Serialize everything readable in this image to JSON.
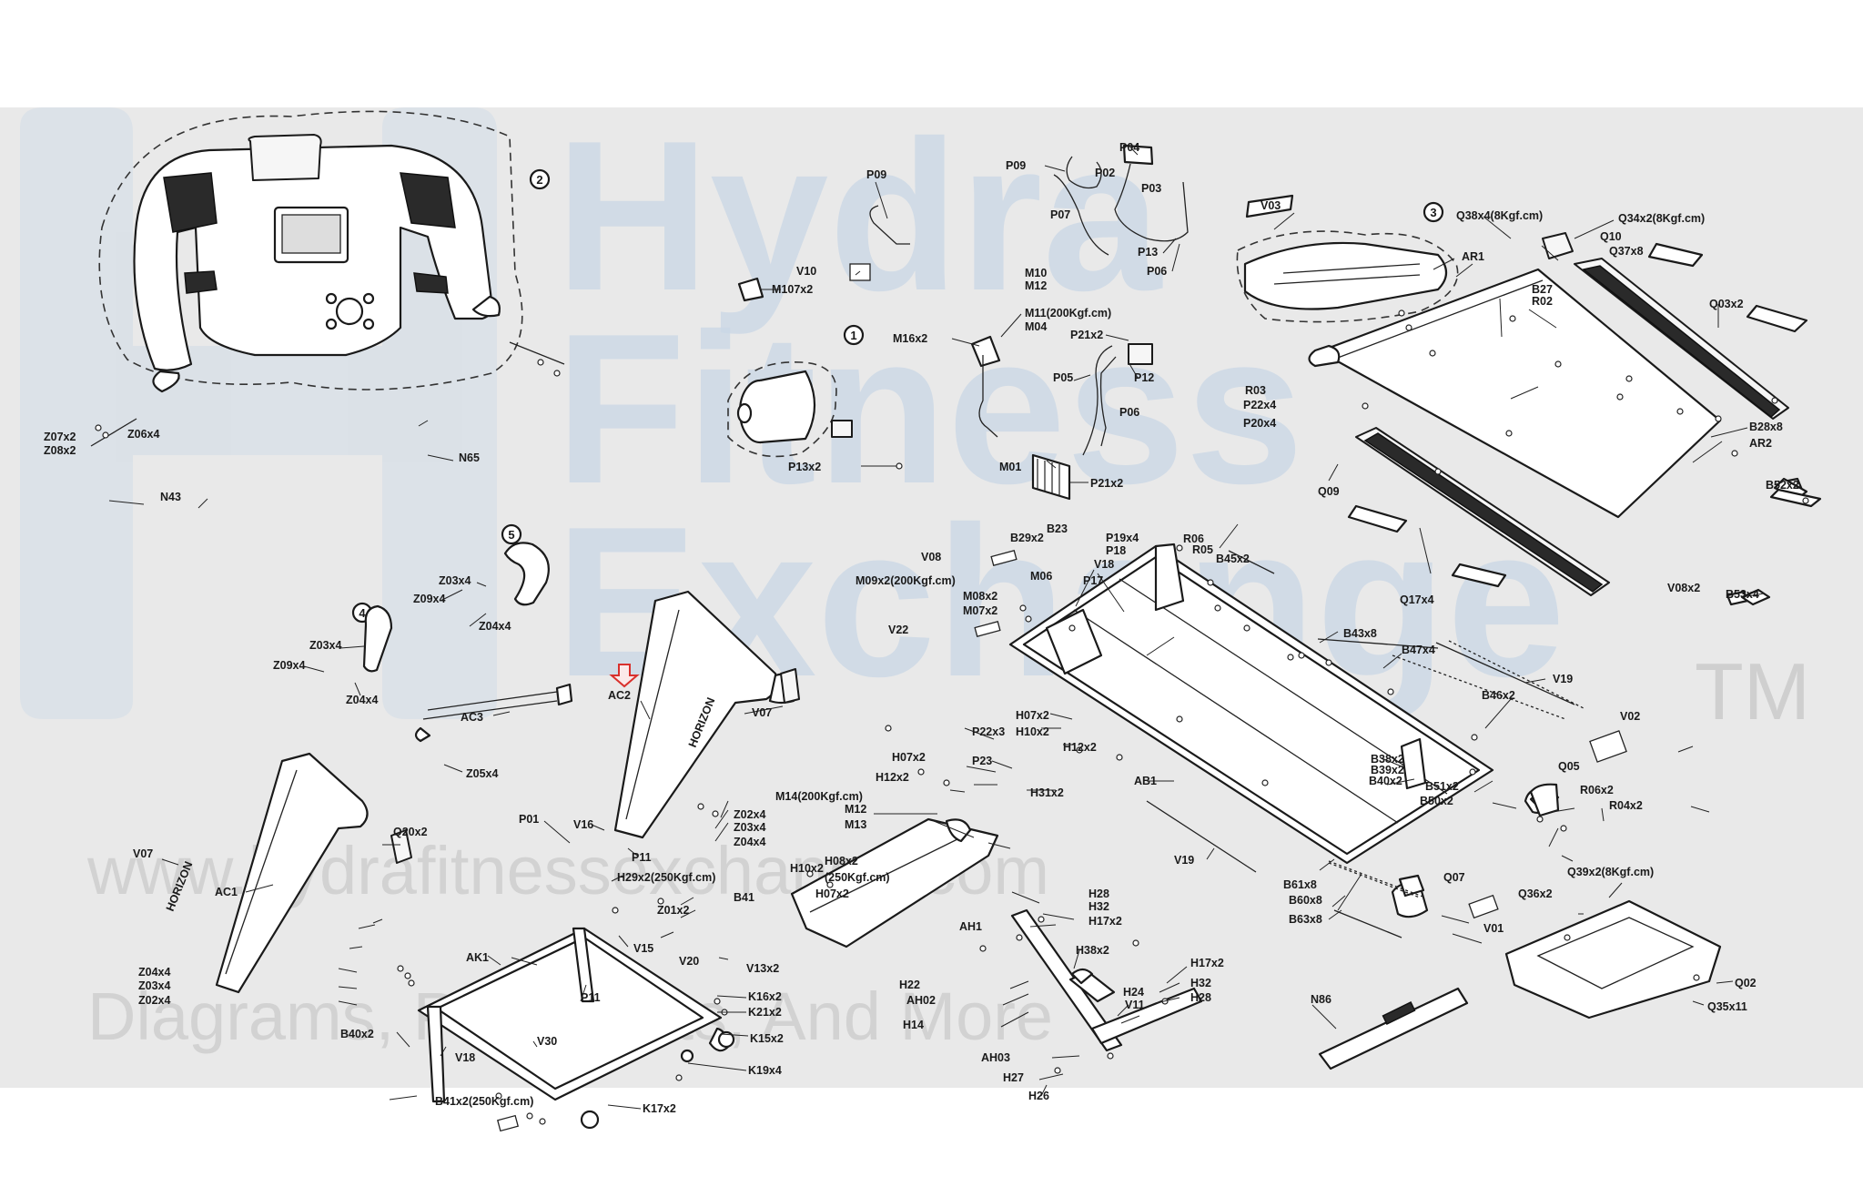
{
  "watermark": {
    "line1": "Hydra",
    "line2": "Fitness",
    "line3": "Exchange",
    "trademark": "TM",
    "website": "www.hydrafitnessexchange.com",
    "tagline": "Diagrams, Parts Lists, And More"
  },
  "callouts": [
    "1",
    "2",
    "3",
    "4",
    "5"
  ],
  "branding": {
    "upright_text": "HORIZON"
  },
  "marker": {
    "label": "AC2",
    "color": "#d9302c"
  },
  "labels": {
    "P09a": "P09",
    "P09b": "P09",
    "P02": "P02",
    "P04": "P04",
    "P03": "P03",
    "P07": "P07",
    "P13": "P13",
    "P06a": "P06",
    "V03": "V03",
    "Q38x4": "Q38x4(8Kgf.cm)",
    "Q34x2": "Q34x2(8Kgf.cm)",
    "Q10": "Q10",
    "Q37x8": "Q37x8",
    "V10": "V10",
    "M107x2": "M107x2",
    "M10": "M10",
    "M12a": "M12",
    "M11": "M11(200Kgf.cm)",
    "M04": "M04",
    "M16x2": "M16x2",
    "P21x2a": "P21x2",
    "P12": "P12",
    "P05": "P05",
    "P06b": "P06",
    "M01": "M01",
    "P21x2b": "P21x2",
    "P13x2": "P13x2",
    "AR1": "AR1",
    "B27": "B27",
    "R02": "R02",
    "Q03x2": "Q03x2",
    "R03": "R03",
    "P22x4": "P22x4",
    "P20x4": "P20x4",
    "B28x8": "B28x8",
    "AR2": "AR2",
    "Q09": "Q09",
    "B52x2": "B52x2",
    "Z07x2": "Z07x2",
    "Z08x2": "Z08x2",
    "Z06x4a": "Z06x4",
    "N65": "N65",
    "N43": "N43",
    "B23": "B23",
    "B29x2": "B29x2",
    "P19x4": "P19x4",
    "P18": "P18",
    "R06": "R06",
    "R05": "R05",
    "B45x2": "B45x2",
    "V08": "V08",
    "M09x2": "M09x2(200Kgf.cm)",
    "M06": "M06",
    "M08x2": "M08x2",
    "M07x2": "M07x2",
    "P17": "P17",
    "V18a": "V18",
    "V22": "V22",
    "Q17x4": "Q17x4",
    "V08x2": "V08x2",
    "B53x4": "B53x4",
    "Z03x4a": "Z03x4",
    "Z09x4a": "Z09x4",
    "Z04x4a": "Z04x4",
    "Z03x4b": "Z03x4",
    "Z09x4b": "Z09x4",
    "Z04x4b": "Z04x4",
    "AC3": "AC3",
    "Z05x4": "Z05x4",
    "V07a": "V07",
    "Q20x2": "Q20x2",
    "B43x8": "B43x8",
    "B47x4": "B47x4",
    "V19a": "V19",
    "B46x2": "B46x2",
    "V02": "V02",
    "P22x3": "P22x3",
    "P23": "P23",
    "H07x2a": "H07x2",
    "H10x2a": "H10x2",
    "H12x2a": "H12x2",
    "AB1": "AB1",
    "B38x2": "B38x2",
    "B39x2": "B39x2",
    "B40x2a": "B40x2",
    "B51x2": "B51x2",
    "B50x2": "B50x2",
    "Q05": "Q05",
    "R06x2": "R06x2",
    "R04x2": "R04x2",
    "H07x2b": "H07x2",
    "H12x2b": "H12x2",
    "H31x2": "H31x2",
    "M14": "M14(200Kgf.cm)",
    "M12b": "M12",
    "M13": "M13",
    "P01": "P01",
    "V16": "V16",
    "P11a": "P11",
    "Z02x4a": "Z02x4",
    "Z03x4c": "Z03x4",
    "Z04x4c": "Z04x4",
    "V07b": "V07",
    "AC1": "AC1",
    "Q36x2": "Q36x2",
    "Q39x2": "Q39x2(8Kgf.cm)",
    "H10x2b": "H10x2",
    "H08x2": "H08x2",
    "H08sub": "(250Kgf.cm)",
    "H07x2c": "H07x2",
    "AH1": "AH1",
    "H29x2": "H29x2(250Kgf.cm)",
    "B41": "B41",
    "Z01x2": "Z01x2",
    "V15": "V15",
    "V20": "V20",
    "V13x2": "V13x2",
    "V19b": "V19",
    "B61x8": "B61x8",
    "B60x8": "B60x8",
    "B63x8": "B63x8",
    "Q07": "Q07",
    "V01": "V01",
    "H28a": "H28",
    "H32a": "H32",
    "H17x2a": "H17x2",
    "H38x2": "H38x2",
    "AK1": "AK1",
    "P11b": "P11",
    "K16x2": "K16x2",
    "K21x2": "K21x2",
    "K15x2": "K15x2",
    "K19x4": "K19x4",
    "Z04x4d": "Z04x4",
    "Z03x4d": "Z03x4",
    "Z02x4b": "Z02x4",
    "B40x2b": "B40x2",
    "V18b": "V18",
    "V30": "V30",
    "B41x2": "B41x2(250Kgf.cm)",
    "K17x2": "K17x2",
    "H22": "H22",
    "AH02": "AH02",
    "H14": "H14",
    "H24": "H24",
    "V11": "V11",
    "H17x2b": "H17x2",
    "H32b": "H32",
    "H28b": "H28",
    "AH03": "AH03",
    "H27": "H27",
    "H26": "H26",
    "N86": "N86",
    "Q02": "Q02",
    "Q35x11": "Q35x11"
  }
}
